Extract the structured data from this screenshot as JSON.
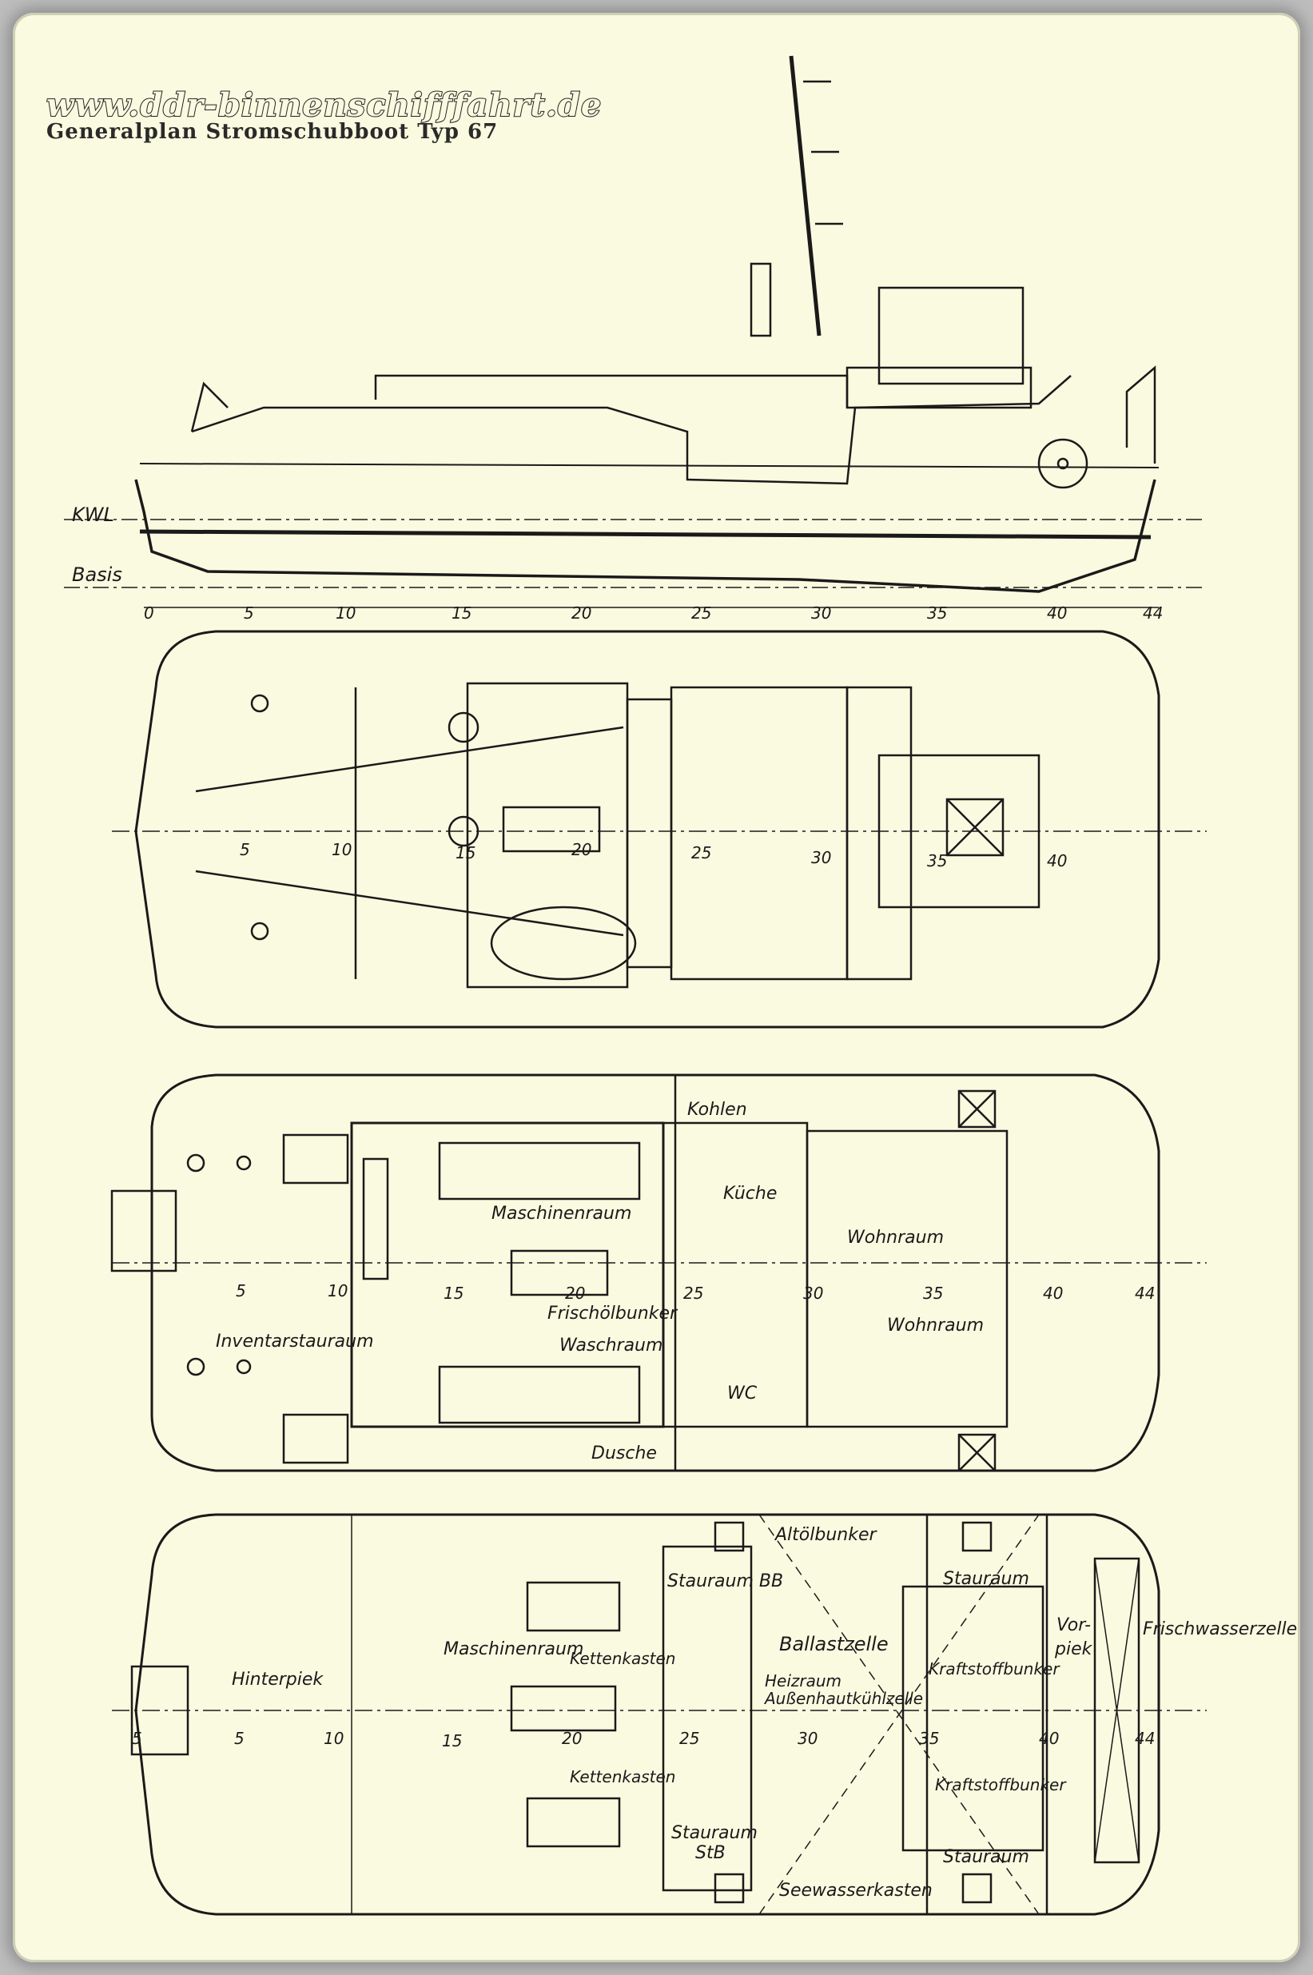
{
  "website": "www.ddr-binnenschifffahrt.de",
  "title": "Generalplan Stromschubboot Typ 67",
  "side_view": {
    "kwl_label": "KWL",
    "basis_label": "Basis",
    "scale": [
      "0",
      "5",
      "10",
      "15",
      "20",
      "25",
      "30",
      "35",
      "40",
      "44"
    ]
  },
  "deck_plan": {
    "frame_numbers": [
      "5",
      "10",
      "15",
      "20",
      "25",
      "30",
      "35",
      "40"
    ]
  },
  "main_deck": {
    "rooms": {
      "kohlen": "Kohlen",
      "kueche": "Küche",
      "maschinenraum": "Maschinenraum",
      "wohnraum_1": "Wohnraum",
      "wohnraum_2": "Wohnraum",
      "inventarstauraum": "Inventarstauraum",
      "frischoelbunker": "Frischölbunker",
      "waschraum": "Waschraum",
      "wc": "WC",
      "dusche": "Dusche"
    },
    "frame_numbers": [
      "5",
      "10",
      "15",
      "20",
      "25",
      "30",
      "35",
      "40",
      "44"
    ]
  },
  "lower_deck": {
    "rooms": {
      "altoelbunker": "Altölbunker",
      "stauraum_bb": "Stauraum BB",
      "stauraum_fwd_top": "Stauraum",
      "ballastzelle": "Ballastzelle",
      "frischwasserzelle": "Frischwasserzelle",
      "maschinenraum": "Maschinenraum",
      "kettenkasten_1": "Kettenkasten",
      "vorpiek_1": "Vor-",
      "vorpiek_2": "piek",
      "hinterpiek": "Hinterpiek",
      "heizraum": "Heizraum",
      "aussenhautkuehlzelle": "Außenhautkühlzelle",
      "kraftstoffbunker_1": "Kraftstoffbunker",
      "kraftstoffbunker_2": "Kraftstoffbunker",
      "kettenkasten_2": "Kettenkasten",
      "stauraum_stb_1": "Stauraum",
      "stauraum_stb_2": "StB",
      "stauraum_fwd_bottom": "Stauraum",
      "seewasserkasten": "Seewasserkasten"
    },
    "frame_numbers": [
      "5",
      "5",
      "10",
      "15",
      "20",
      "25",
      "30",
      "35",
      "40",
      "44"
    ]
  }
}
